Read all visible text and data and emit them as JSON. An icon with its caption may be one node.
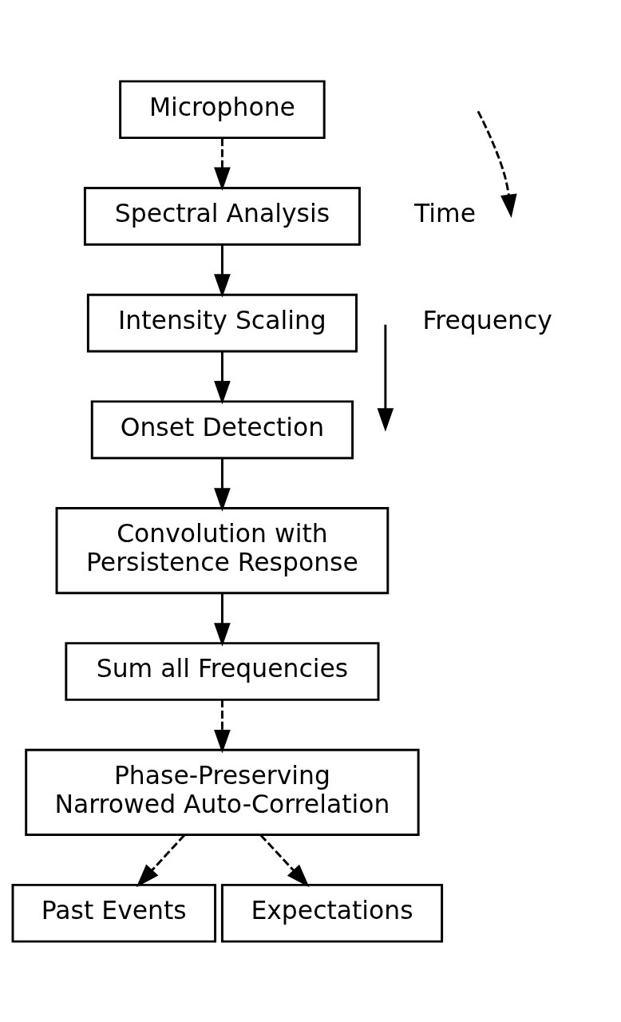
{
  "diagram": {
    "nodes": [
      {
        "text": [
          "Microphone"
        ]
      },
      {
        "text": [
          "Spectral Analysis"
        ]
      },
      {
        "text": [
          "Intensity Scaling"
        ]
      },
      {
        "text": [
          "Onset Detection"
        ]
      },
      {
        "text": [
          "Convolution with Persistence Response"
        ]
      },
      {
        "text": [
          "Sum all Frequencies"
        ]
      },
      {
        "text": [
          "Phase-Preserving Narrowed Auto-Correlation"
        ]
      },
      {
        "text": [
          "Past Events"
        ]
      },
      {
        "text": [
          "Expectations"
        ]
      }
    ],
    "edges": [
      {
        "from": 0,
        "to": 1,
        "arrow": "to",
        "style": "dashed"
      },
      {
        "from": 1,
        "to": 2,
        "arrow": "to"
      },
      {
        "from": 2,
        "to": 3,
        "arrow": "to"
      },
      {
        "from": 3,
        "to": 4,
        "arrow": "to"
      },
      {
        "from": 4,
        "to": 5,
        "arrow": "to"
      },
      {
        "from": 5,
        "to": 6,
        "arrow": "to",
        "style": "dashed"
      },
      {
        "from": 6,
        "to": 7,
        "arrow": "to",
        "style": "dashed"
      },
      {
        "from": 6,
        "to": 8,
        "arrow": "to",
        "style": "dashed"
      }
    ],
    "legend": [
      {
        "text": "Time"
      },
      {
        "text": "Frequency"
      }
    ]
  }
}
